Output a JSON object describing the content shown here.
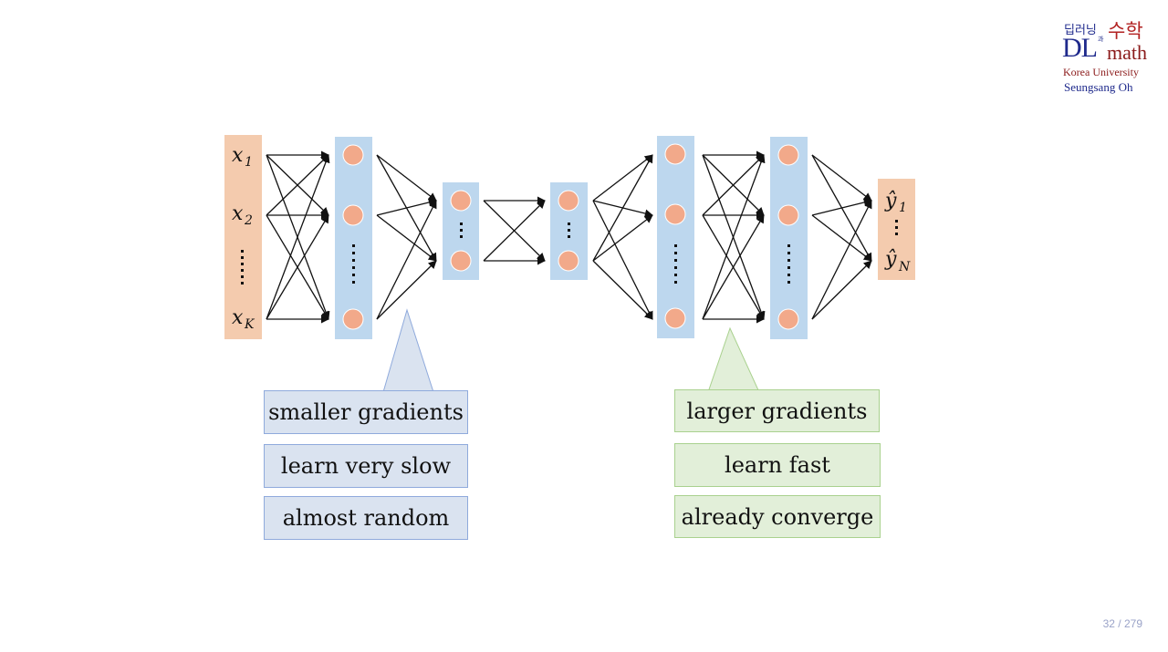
{
  "logo": {
    "kr_small": "딥러닝",
    "kr_gwa": "과",
    "kr_big": "수학",
    "dl": "DL",
    "math": "math",
    "university": "Korea University",
    "author": "Seungsang Oh"
  },
  "inputs": {
    "x1": "x",
    "x1_sub": "1",
    "x2": "x",
    "x2_sub": "2",
    "xk": "x",
    "xk_sub": "K"
  },
  "outputs": {
    "y1": "ŷ",
    "y1_sub": "1",
    "yn": "ŷ",
    "yn_sub": "N"
  },
  "callouts": {
    "left": [
      "smaller gradients",
      "learn very slow",
      "almost random"
    ],
    "right": [
      "larger gradients",
      "learn fast",
      "already converge"
    ]
  },
  "colors": {
    "input_layer": "#f4cbae",
    "hidden_layer": "#bdd7ee",
    "node": "#f2a98a",
    "left_callout": "#dae3f0",
    "right_callout": "#e2efd9"
  },
  "page": {
    "current": "32",
    "total": "279",
    "separator": "/"
  }
}
